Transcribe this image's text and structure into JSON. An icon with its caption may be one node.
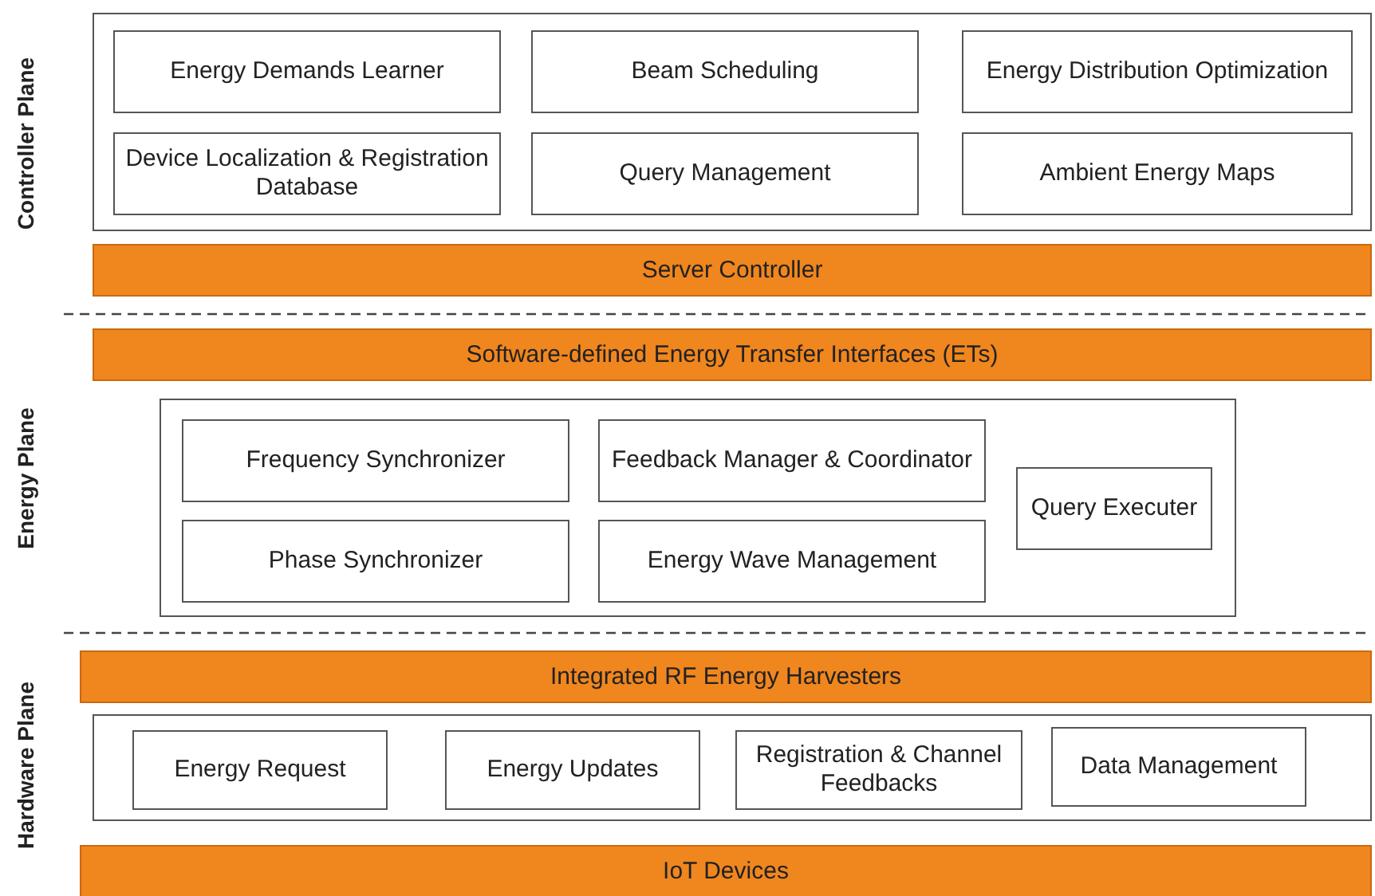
{
  "diagram": {
    "nodes": [
      {
        "text": [],
        "shape": "box"
      },
      {
        "text": [
          "Energy Demands Learner"
        ],
        "in": 0
      },
      {
        "text": [
          "Beam Scheduling"
        ],
        "in": 0
      },
      {
        "text": [
          "Energy Distribution Optimization"
        ],
        "in": 0
      },
      {
        "text": [
          "Device Localization & Registration Database"
        ],
        "in": 0
      },
      {
        "text": [
          "Query Management"
        ],
        "in": 0
      },
      {
        "text": [
          "Ambient Energy Maps"
        ],
        "in": 0
      },
      {
        "text": [
          "Server Controller"
        ]
      },
      {
        "text": [
          "Software-defined Energy Transfer Interfaces (ETs)"
        ]
      },
      {
        "text": [],
        "shape": "box"
      },
      {
        "text": [
          "Frequency Synchronizer"
        ],
        "in": 9
      },
      {
        "text": [
          "Feedback Manager & Coordinator"
        ],
        "in": 9
      },
      {
        "text": [
          "Query Executer"
        ],
        "in": 9
      },
      {
        "text": [
          "Phase Synchronizer"
        ],
        "in": 9
      },
      {
        "text": [
          "Energy Wave Management"
        ],
        "in": 9
      },
      {
        "text": [
          "Integrated RF Energy Harvesters"
        ]
      },
      {
        "text": [],
        "shape": "box"
      },
      {
        "text": [
          "Energy Request"
        ],
        "in": 16
      },
      {
        "text": [
          "Energy Updates"
        ],
        "in": 16
      },
      {
        "text": [
          "Registration & Channel Feedbacks"
        ],
        "in": 16
      },
      {
        "text": [
          "Data Management"
        ],
        "in": 16
      },
      {
        "text": [
          "IoT Devices"
        ]
      }
    ],
    "edges": [],
    "labels": [
      "Controller Plane",
      "Energy Plane",
      "Hardware Plane"
    ]
  }
}
